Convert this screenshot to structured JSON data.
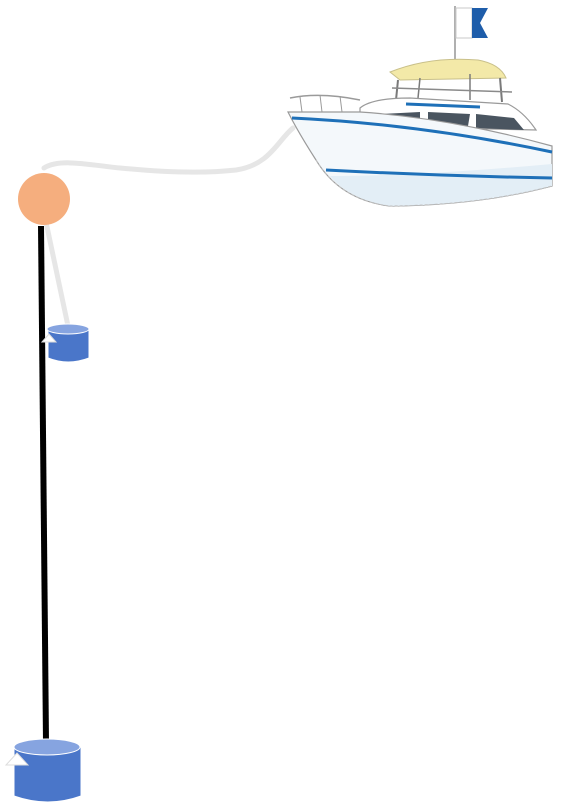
{
  "diagram": {
    "elements": [
      {
        "id": "boat",
        "icon": "motor-yacht-icon"
      },
      {
        "id": "dive-flag",
        "icon": "alpha-dive-flag-icon"
      },
      {
        "id": "surface-buoy",
        "icon": "buoy-icon",
        "color": "#F5AE7E"
      },
      {
        "id": "surface-line",
        "icon": "rope-line-icon",
        "color": "#E6E6E6"
      },
      {
        "id": "descent-line",
        "icon": "rope-line-icon",
        "color": "#000000"
      },
      {
        "id": "small-weight",
        "icon": "bucket-weight-icon",
        "color": "#4A76C9"
      },
      {
        "id": "large-weight",
        "icon": "bucket-weight-icon",
        "color": "#4A76C9"
      }
    ],
    "colors": {
      "buoy": "#F5AE7E",
      "weight_fill": "#4A76C9",
      "weight_top": "#86A4E0",
      "rope_light": "#E6E6E6",
      "rope_dark": "#000000",
      "hull_stripe": "#1E70B8",
      "flag_blue": "#1E5DAA",
      "canopy": "#F3E9A8"
    }
  }
}
